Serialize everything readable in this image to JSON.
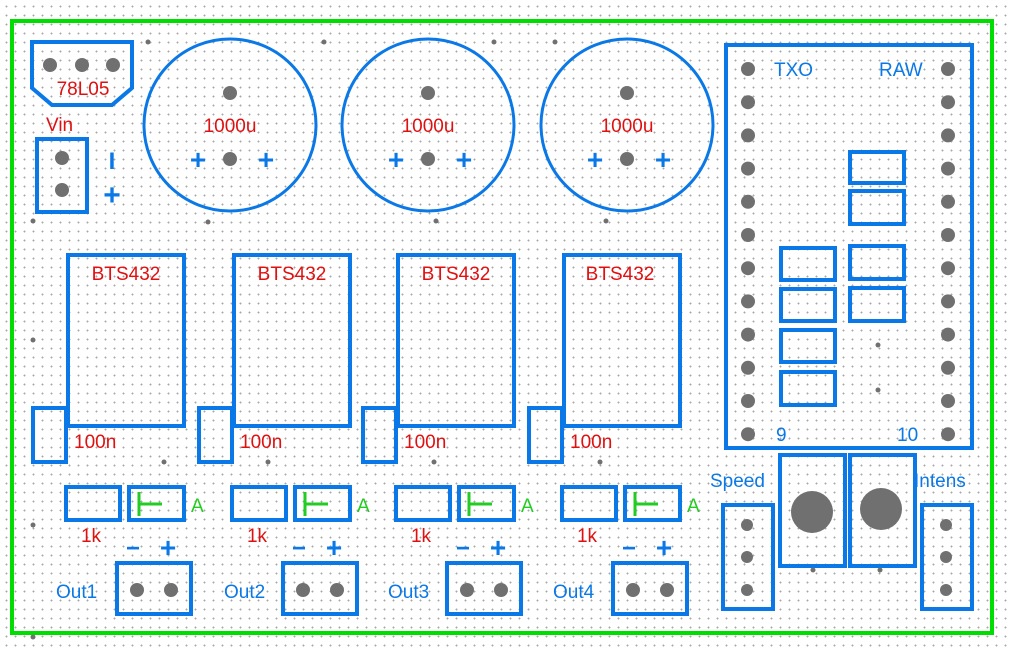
{
  "colors": {
    "outline": "#00dd00",
    "copper": "#0a78e6",
    "label": "#e01010",
    "pad": "#707070",
    "led": "#22cc22"
  },
  "regulator": {
    "label": "78L05"
  },
  "vin": {
    "label": "Vin",
    "minus": "I",
    "plus": "+"
  },
  "capacitors": [
    {
      "label": "1000u",
      "plus_left": "+",
      "plus_right": "+"
    },
    {
      "label": "1000u",
      "plus_left": "+",
      "plus_right": "+"
    },
    {
      "label": "1000u",
      "plus_left": "+",
      "plus_right": "+"
    }
  ],
  "channels": [
    {
      "ic_label": "BTS432",
      "cap_label": "100n",
      "res_label": "1k",
      "led_label": "A",
      "minus": "−",
      "plus": "+",
      "out_label": "Out1"
    },
    {
      "ic_label": "BTS432",
      "cap_label": "100n",
      "res_label": "1k",
      "led_label": "A",
      "minus": "−",
      "plus": "+",
      "out_label": "Out2"
    },
    {
      "ic_label": "BTS432",
      "cap_label": "100n",
      "res_label": "1k",
      "led_label": "A",
      "minus": "−",
      "plus": "+",
      "out_label": "Out3"
    },
    {
      "ic_label": "BTS432",
      "cap_label": "100n",
      "res_label": "1k",
      "led_label": "A",
      "minus": "−",
      "plus": "+",
      "out_label": "Out4"
    }
  ],
  "mcu": {
    "txo": "TXO",
    "raw": "RAW",
    "pin9": "9",
    "pin10": "10"
  },
  "pots": {
    "speed": "Speed",
    "intens": "Intens"
  }
}
